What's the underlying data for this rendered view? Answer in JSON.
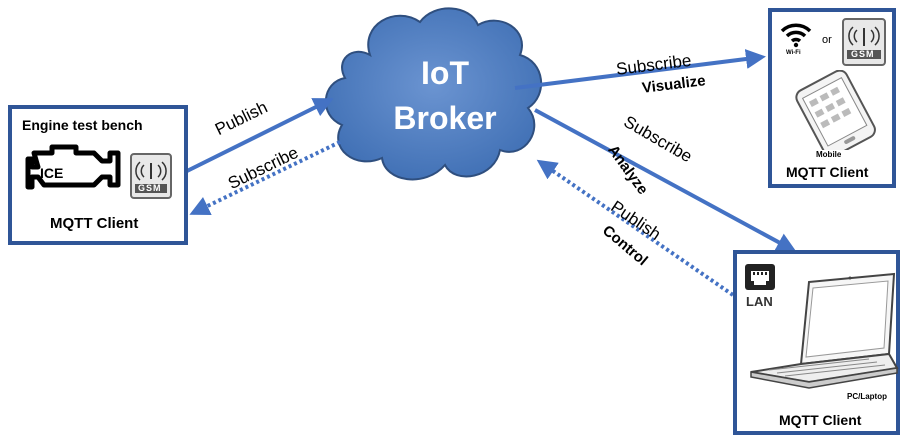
{
  "broker": {
    "line1": "IoT",
    "line2": "Broker"
  },
  "engine": {
    "title": "Engine test bench",
    "ice": "ICE",
    "gsm": "GSM",
    "client": "MQTT Client"
  },
  "mobile": {
    "or": "or",
    "wifi": "Wi-Fi",
    "gsm": "GSM",
    "device": "Mobile",
    "client": "MQTT Client"
  },
  "laptop": {
    "lan": "LAN",
    "device": "PC/Laptop",
    "client": "MQTT Client"
  },
  "arrows": {
    "engine_publish": "Publish",
    "engine_subscribe": "Subscribe",
    "mobile_subscribe": "Subscribe",
    "mobile_visualize": "Visualize",
    "laptop_subscribe": "Subscribe",
    "laptop_analyze": "Analyze",
    "laptop_publish": "Publish",
    "laptop_control": "Control"
  },
  "colors": {
    "arrow": "#4472c4",
    "box_border": "#2f5597",
    "cloud_fill": "#4f81bd",
    "cloud_stroke": "#2f4f7f"
  }
}
